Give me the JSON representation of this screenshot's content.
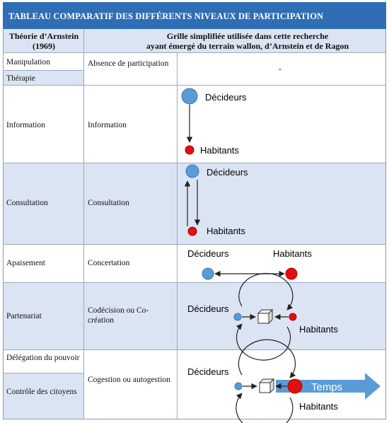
{
  "title": "TABLEAU COMPARATIF DES DIFFÉRENTS NIVEAUX DE PARTICIPATION",
  "header": {
    "col1": "Théorie d’Arnstein (1969)",
    "col2_line1": "Grille simplifiée utilisée dans cette recherche",
    "col2_line2": "ayant émergé du terrain wallon, d’Arnstein et de Ragon"
  },
  "rows": {
    "manipulation": "Manipulation",
    "therapie": "Thérapie",
    "absence": "Absence de participation",
    "absence_dash": "-",
    "information_a": "Information",
    "information_b": "Information",
    "consultation_a": "Consultation",
    "consultation_b": "Consultation",
    "apaisement": "Apaisement",
    "concertation": "Concertation",
    "partenariat": "Partenariat",
    "codecision": "Codécision ou Co-création",
    "delegation": "Délégation du pouvoir",
    "controle": "Contrôle des citoyens",
    "cogestion": "Cogestion ou autogestion"
  },
  "diagram_labels": {
    "decideurs": "Décideurs",
    "habitants": "Habitants",
    "temps": "Temps"
  },
  "colors": {
    "header_blue": "#2f6db5",
    "band": "#dbe4f3",
    "decideur_dot": "#5b9bd5",
    "habitant_dot": "#e01010",
    "arrow_blue": "#5b9bd5"
  }
}
